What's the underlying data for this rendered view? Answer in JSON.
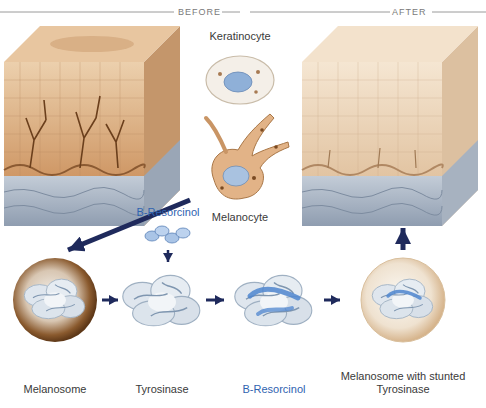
{
  "diagram": {
    "nodes": [
      {
        "text": [
          "BEFORE"
        ]
      },
      {
        "text": [
          "Keratinocyte"
        ]
      },
      {
        "text": [
          "Melanocyte"
        ]
      },
      {
        "text": [
          "AFTER"
        ]
      },
      {
        "text": [
          "Melanosome"
        ]
      },
      {
        "text": [
          "B-Resorcinol"
        ]
      },
      {
        "text": [
          "Tyrosinase"
        ]
      },
      {
        "text": [
          "B-Resorcinol"
        ]
      },
      {
        "text": [
          "Melanosome with stunted Tyrosinase"
        ]
      }
    ],
    "edges": [
      {
        "from": 2,
        "to": 4,
        "arrow": "to"
      },
      {
        "from": 4,
        "to": 6,
        "arrow": "to"
      },
      {
        "from": 5,
        "to": 6,
        "arrow": "to"
      },
      {
        "from": 6,
        "to": 7,
        "arrow": "to"
      },
      {
        "from": 7,
        "to": 8,
        "arrow": "to"
      },
      {
        "from": 8,
        "to": 3,
        "arrow": "to"
      }
    ]
  }
}
